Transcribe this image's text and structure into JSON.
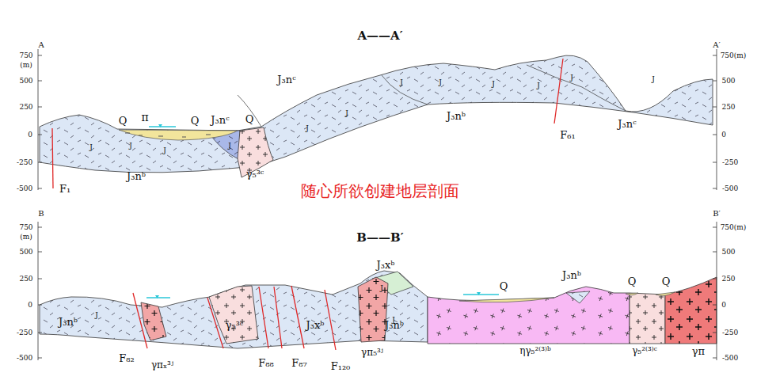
{
  "diagram": {
    "labels": [
      "A——A′",
      "A",
      "750",
      "(m)",
      "500",
      "250",
      "0",
      "-250",
      "-500",
      "A′",
      "750(m)",
      "500",
      "250",
      "0",
      "-250",
      "-500",
      "Q",
      "π",
      "Q",
      "J₃nᶜ",
      "Q",
      "J₃nᶜ",
      "J₃nᵇ",
      "J₃nᵇ",
      "J₃nᶜ",
      "γ₅³ᶜ",
      "F₁",
      "F₆₁",
      "J",
      "J",
      "J",
      "J",
      "J",
      "J",
      "J",
      "J",
      "J",
      "J",
      "J",
      "J",
      "随心所欲创建地层剖面",
      "B——B′",
      "B",
      "750",
      "(m)",
      "500",
      "250",
      "0",
      "-250",
      "-500",
      "B′",
      "750(m)",
      "500",
      "250",
      "0",
      "-250",
      "-500",
      "J₃nᵇ",
      "F₈₂",
      "γπₓ³ʲ",
      "γ₅³ᶜ",
      "F₈₈",
      "J₃xᵇ",
      "F₈₇",
      "F₁₂₀",
      "γπ₅³ʲ",
      "J₃nᵇ",
      "J₃xᵇ",
      "Q",
      "J₃nᵇ",
      "ηγ₅²⁽³⁾ᵇ",
      "Q",
      "Q",
      "γ₅²⁽³⁾ᶜ",
      "γπ",
      "J",
      "J",
      "J"
    ]
  }
}
